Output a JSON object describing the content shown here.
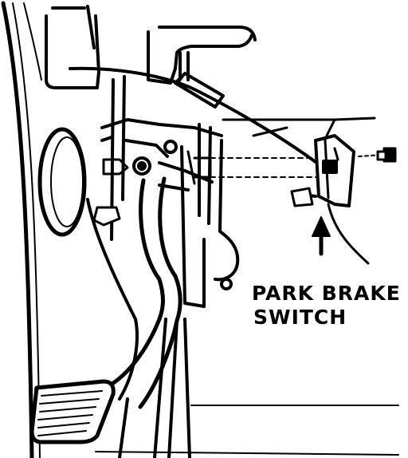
{
  "diagram": {
    "callout": {
      "line1": "PARK BRAKE",
      "line2": "SWITCH"
    },
    "colors": {
      "ink": "#000000",
      "paper": "#ffffff"
    },
    "parts": [
      "firewall-panel",
      "steering-column-mount",
      "brake-release-cable",
      "parking-brake-pedal-assembly",
      "pedal-pad",
      "park-brake-switch",
      "mounting-bolt",
      "pointer-arrow"
    ]
  }
}
